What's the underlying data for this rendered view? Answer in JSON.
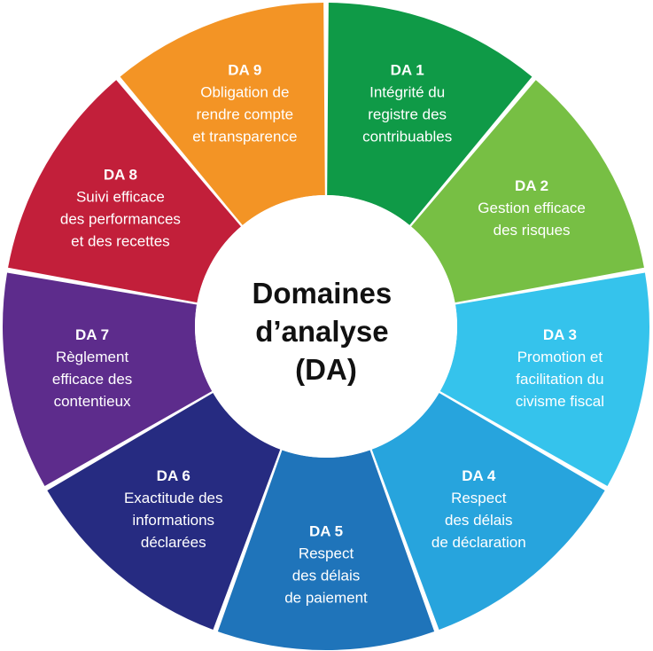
{
  "center": {
    "lines": [
      "Domaines",
      "d’analyse",
      "(DA)"
    ]
  },
  "segments": [
    {
      "title": "DA 1",
      "lines": [
        "Intégrité du",
        "registre des",
        "contribuables"
      ],
      "color": "#0f9a47"
    },
    {
      "title": "DA 2",
      "lines": [
        "Gestion efficace",
        "des risques"
      ],
      "color": "#77bf44"
    },
    {
      "title": "DA 3",
      "lines": [
        "Promotion et",
        "facilitation du",
        "civisme fiscal"
      ],
      "color": "#35c3ec"
    },
    {
      "title": "DA 4",
      "lines": [
        "Respect",
        "des délais",
        "de déclaration"
      ],
      "color": "#27a4dd"
    },
    {
      "title": "DA 5",
      "lines": [
        "Respect",
        "des délais",
        "de paiement"
      ],
      "color": "#1f74ba"
    },
    {
      "title": "DA 6",
      "lines": [
        "Exactitude des",
        "informations",
        "déclarées"
      ],
      "color": "#262b81"
    },
    {
      "title": "DA 7",
      "lines": [
        "Règlement",
        "efficace des",
        "contentieux"
      ],
      "color": "#5d2c8c"
    },
    {
      "title": "DA 8",
      "lines": [
        "Suivi efficace",
        "des performances",
        "et des recettes"
      ],
      "color": "#c21f3a"
    },
    {
      "title": "DA 9",
      "lines": [
        "Obligation de",
        "rendre compte",
        "et transparence"
      ],
      "color": "#f39425"
    }
  ]
}
